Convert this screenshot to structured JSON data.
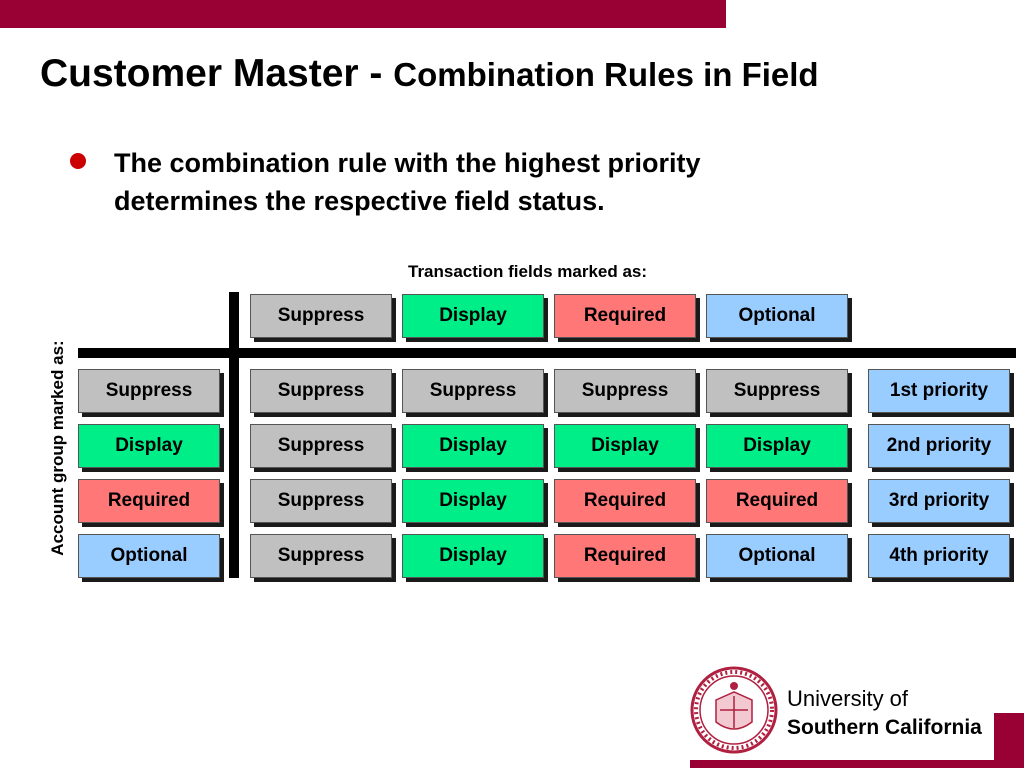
{
  "title": {
    "main": "Customer Master - ",
    "sub": "Combination Rules in Field"
  },
  "bullet": "The combination rule with the highest priority determines the respective field status.",
  "column_header": "Transaction fields marked as:",
  "row_header": "Account group marked as:",
  "columns": [
    {
      "label": "Suppress",
      "status": "suppress"
    },
    {
      "label": "Display",
      "status": "display"
    },
    {
      "label": "Required",
      "status": "required"
    },
    {
      "label": "Optional",
      "status": "optional"
    }
  ],
  "rows": [
    {
      "label": "Suppress",
      "status": "suppress",
      "cells": [
        {
          "label": "Suppress",
          "status": "suppress"
        },
        {
          "label": "Suppress",
          "status": "suppress"
        },
        {
          "label": "Suppress",
          "status": "suppress"
        },
        {
          "label": "Suppress",
          "status": "suppress"
        }
      ],
      "priority": "1st priority"
    },
    {
      "label": "Display",
      "status": "display",
      "cells": [
        {
          "label": "Suppress",
          "status": "suppress"
        },
        {
          "label": "Display",
          "status": "display"
        },
        {
          "label": "Display",
          "status": "display"
        },
        {
          "label": "Display",
          "status": "display"
        }
      ],
      "priority": "2nd priority"
    },
    {
      "label": "Required",
      "status": "required",
      "cells": [
        {
          "label": "Suppress",
          "status": "suppress"
        },
        {
          "label": "Display",
          "status": "display"
        },
        {
          "label": "Required",
          "status": "required"
        },
        {
          "label": "Required",
          "status": "required"
        }
      ],
      "priority": "3rd priority"
    },
    {
      "label": "Optional",
      "status": "optional",
      "cells": [
        {
          "label": "Suppress",
          "status": "suppress"
        },
        {
          "label": "Display",
          "status": "display"
        },
        {
          "label": "Required",
          "status": "required"
        },
        {
          "label": "Optional",
          "status": "optional"
        }
      ],
      "priority": "4th priority"
    }
  ],
  "colors": {
    "brand": "#990033",
    "suppress": "#c0c0c0",
    "display": "#00ee88",
    "required": "#ff7777",
    "optional": "#99ccff",
    "bullet": "#cc0000"
  },
  "logo": {
    "icon": "university-seal-icon",
    "line1": "University of",
    "line2": "Southern California"
  }
}
